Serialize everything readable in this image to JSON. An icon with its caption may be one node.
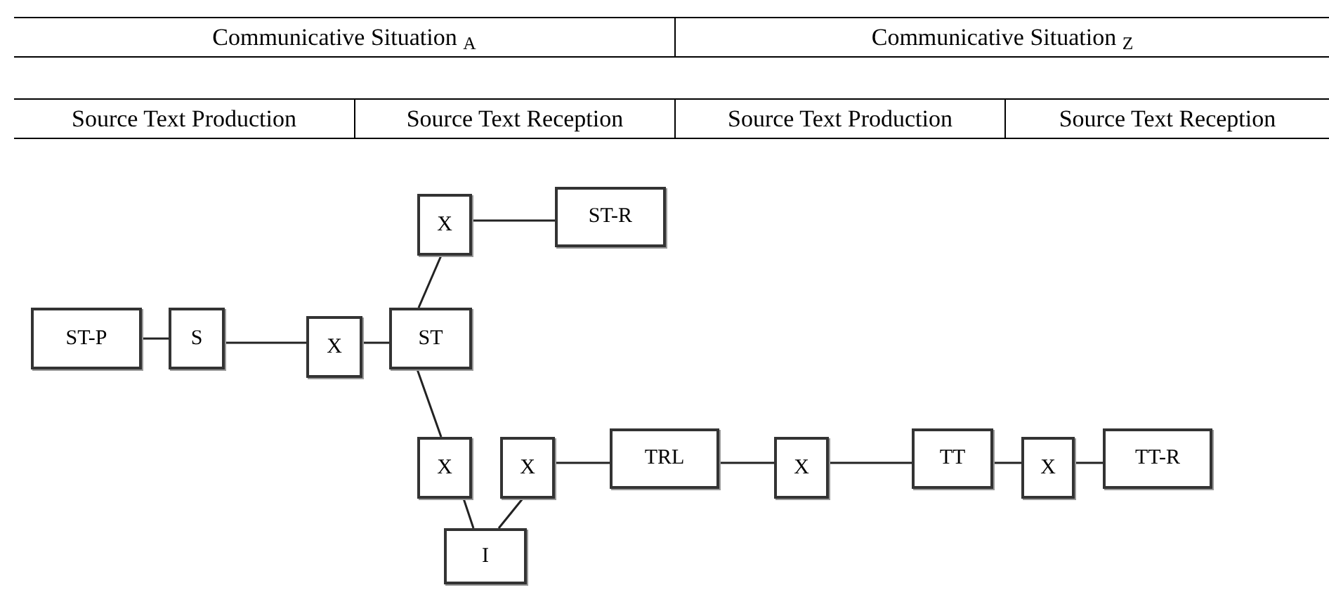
{
  "diagram": {
    "nodes": [
      {
        "text": [
          "ST-P"
        ]
      },
      {
        "text": [
          "S"
        ]
      },
      {
        "text": [
          "X"
        ]
      },
      {
        "text": [
          "ST"
        ]
      },
      {
        "text": [
          "X"
        ]
      },
      {
        "text": [
          "ST-R"
        ]
      },
      {
        "text": [
          "X"
        ]
      },
      {
        "text": [
          "X"
        ]
      },
      {
        "text": [
          "I"
        ]
      },
      {
        "text": [
          "TRL"
        ]
      },
      {
        "text": [
          "X"
        ]
      },
      {
        "text": [
          "TT"
        ]
      },
      {
        "text": [
          "X"
        ]
      },
      {
        "text": [
          "TT-R"
        ]
      }
    ],
    "edges": [
      {
        "from": 0,
        "to": 1,
        "arrow": "none"
      },
      {
        "from": 1,
        "to": 2,
        "arrow": "none"
      },
      {
        "from": 2,
        "to": 3,
        "arrow": "none"
      },
      {
        "from": 3,
        "to": 4,
        "arrow": "none"
      },
      {
        "from": 4,
        "to": 5,
        "arrow": "none"
      },
      {
        "from": 3,
        "to": 6,
        "arrow": "none"
      },
      {
        "from": 6,
        "to": 8,
        "arrow": "none"
      },
      {
        "from": 7,
        "to": 8,
        "arrow": "none"
      },
      {
        "from": 7,
        "to": 9,
        "arrow": "none"
      },
      {
        "from": 9,
        "to": 10,
        "arrow": "none"
      },
      {
        "from": 10,
        "to": 11,
        "arrow": "none"
      },
      {
        "from": 11,
        "to": 12,
        "arrow": "none"
      },
      {
        "from": 12,
        "to": 13,
        "arrow": "none"
      }
    ],
    "labels": [
      "Communicative Situation $_{A}$",
      "Communicative Situation $_{Z}$",
      "Source Text Production",
      "Source Text Reception",
      "Source Text Production",
      "Source Text Reception"
    ]
  }
}
